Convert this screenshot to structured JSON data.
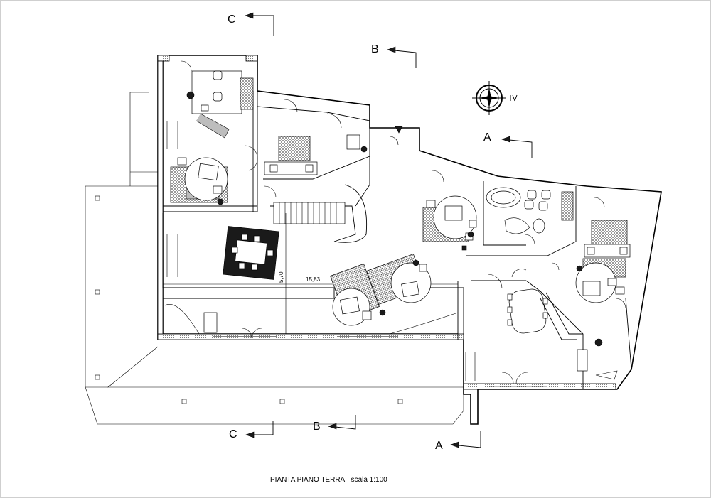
{
  "sections": {
    "c_top": "C",
    "b_top": "B",
    "a_right": "A",
    "c_bottom": "C",
    "b_bottom": "B",
    "a_bottom": "A"
  },
  "dimensions": {
    "vertical": "5,70",
    "horizontal": "15,83"
  },
  "caption": {
    "title": "PIANTA PIANO TERRA",
    "scale": "scala 1:100"
  },
  "icons": {
    "compass": "north-arrow-compass-icon"
  }
}
